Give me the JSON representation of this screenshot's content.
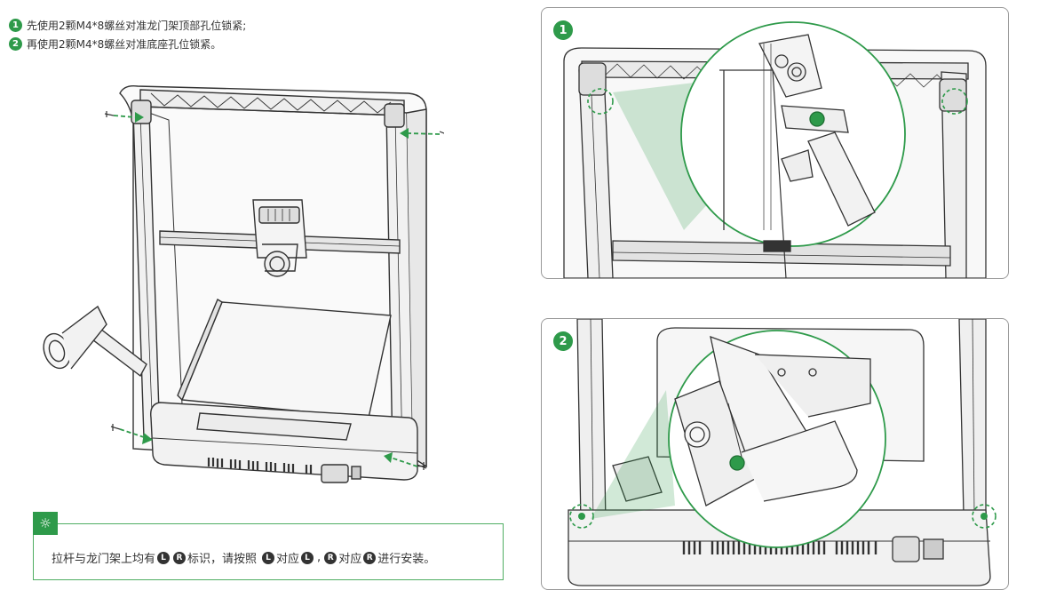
{
  "instructions": {
    "step1": {
      "number": "1",
      "text": "先使用2颗M4*8螺丝对准龙门架顶部孔位锁紧;"
    },
    "step2": {
      "number": "2",
      "text": "再使用2颗M4*8螺丝对准底座孔位锁紧。"
    }
  },
  "tip": {
    "text_part1": "拉杆与龙门架上均有",
    "text_part2": "标识，请按照",
    "text_part3": "对应",
    "text_part4": "对应",
    "text_part5": "进行安装。",
    "marker_left": "L",
    "marker_right": "R"
  },
  "panels": {
    "detail1_badge": "1",
    "detail2_badge": "2"
  },
  "colors": {
    "accent_green": "#2e9a4a",
    "line": "#333333"
  }
}
